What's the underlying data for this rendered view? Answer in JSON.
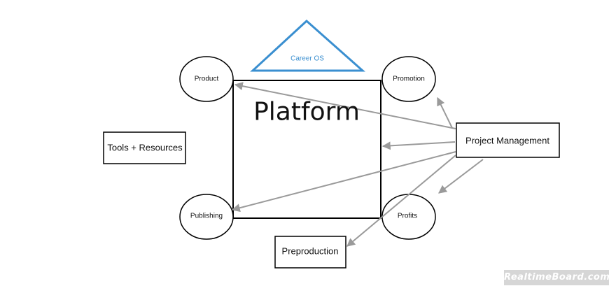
{
  "diagram": {
    "platform_label": "Platform",
    "roof_label": "Career OS",
    "circles": {
      "product": "Product",
      "promotion": "Promotion",
      "publishing": "Publishing",
      "profits": "Profits"
    },
    "boxes": {
      "tools": "Tools + Resources",
      "project_management": "Project Management",
      "preproduction": "Preproduction"
    },
    "colors": {
      "outline": "#000000",
      "arrow": "#9a9a9a",
      "roof": "#3a8fd0"
    }
  },
  "watermark": "RealtimeBoard.com"
}
